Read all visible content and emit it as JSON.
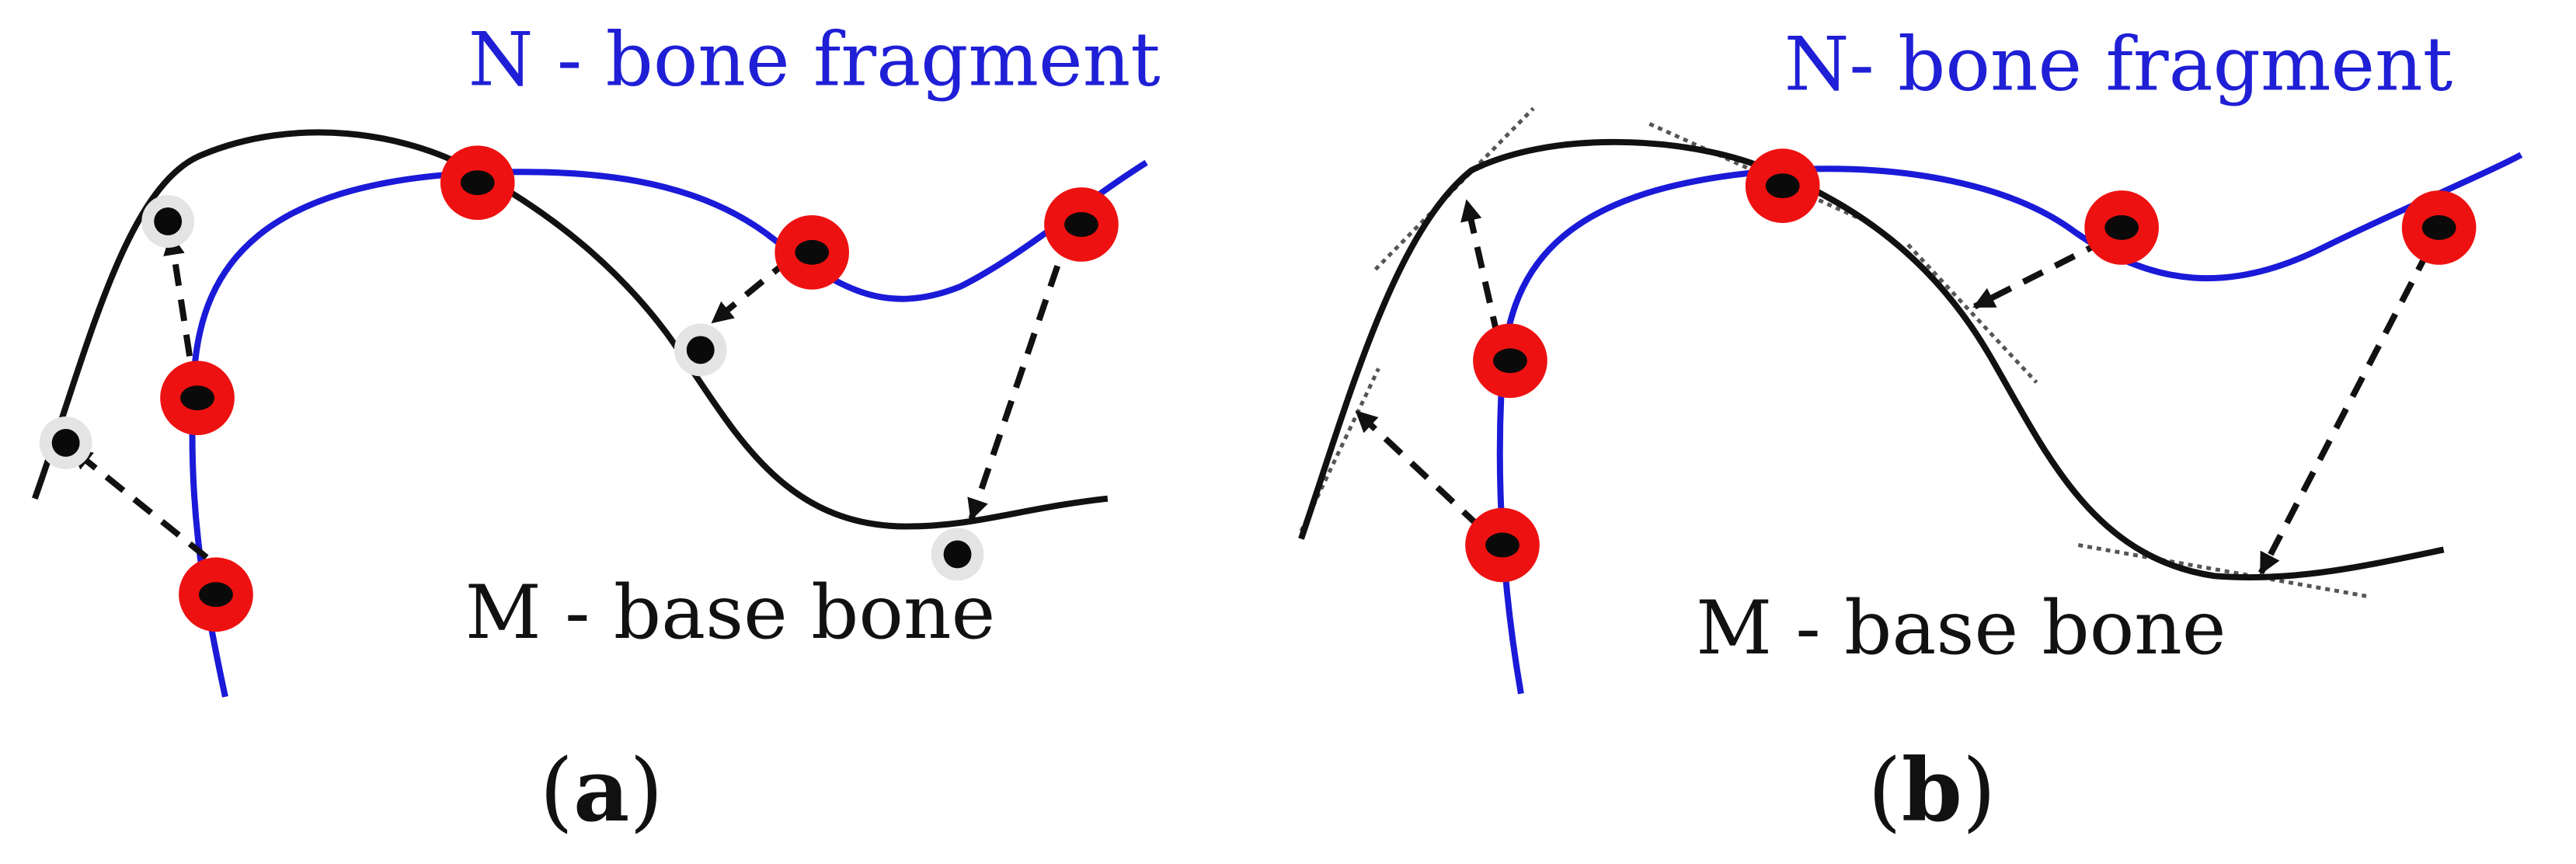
{
  "figure": {
    "panel_a": {
      "n_label": "N - bone fragment",
      "m_label": "M - base bone",
      "caption_letter": "a"
    },
    "panel_b": {
      "n_label": "N- bone fragment",
      "m_label": "M - base bone",
      "caption_letter": "b"
    },
    "colors": {
      "fragment_curve": "#1a1ad8",
      "base_curve": "#111111",
      "point_marker": "#ee1111"
    }
  }
}
